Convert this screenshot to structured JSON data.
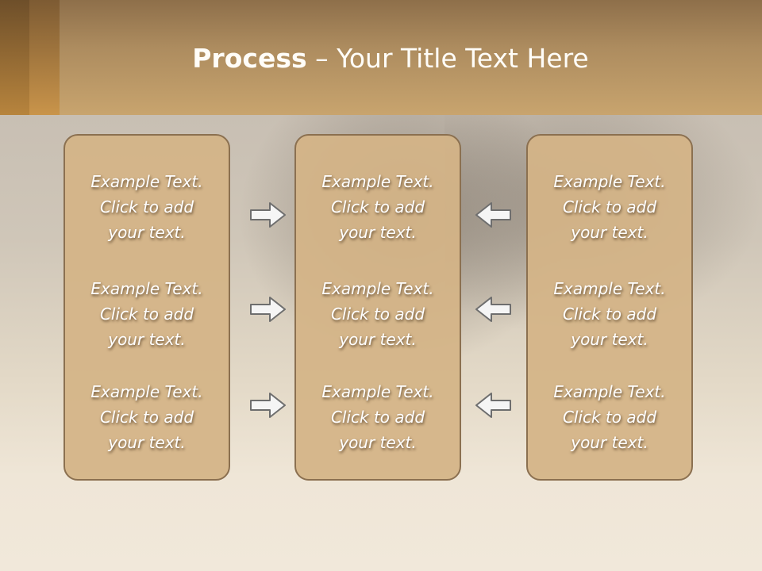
{
  "title": {
    "bold": "Process",
    "rest": " – Your Title Text Here"
  },
  "columns": [
    {
      "items": [
        {
          "line1": "Example Text.",
          "line2": "Click  to add",
          "line3": "your text."
        },
        {
          "line1": "Example Text.",
          "line2": "Click  to add",
          "line3": "your text."
        },
        {
          "line1": "Example Text.",
          "line2": "Click  to add",
          "line3": "your text."
        }
      ]
    },
    {
      "items": [
        {
          "line1": "Example Text.",
          "line2": "Click  to add",
          "line3": "your text."
        },
        {
          "line1": "Example Text.",
          "line2": "Click  to add",
          "line3": "your text."
        },
        {
          "line1": "Example Text.",
          "line2": "Click  to add",
          "line3": "your text."
        }
      ]
    },
    {
      "items": [
        {
          "line1": "Example Text.",
          "line2": "Click  to add",
          "line3": "your text."
        },
        {
          "line1": "Example Text.",
          "line2": "Click  to add",
          "line3": "your text."
        },
        {
          "line1": "Example Text.",
          "line2": "Click  to add",
          "line3": "your text."
        }
      ]
    }
  ],
  "arrows": {
    "left_group": "right-arrow-icon",
    "right_group": "left-arrow-icon"
  },
  "colors": {
    "header": "#c8a46e",
    "box_fill": "#d4b487",
    "box_border": "#8b7050",
    "text": "#ffffff"
  }
}
